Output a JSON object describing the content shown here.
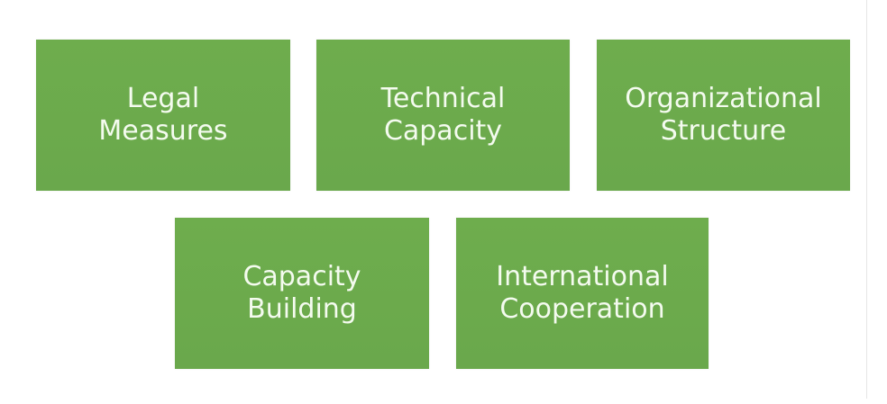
{
  "diagram": {
    "colors": {
      "box_fill": "#6aa84f",
      "text": "#f4fbef",
      "background": "#ffffff"
    },
    "boxes": [
      {
        "line1": "Legal",
        "line2": "Measures"
      },
      {
        "line1": "Technical",
        "line2": "Capacity"
      },
      {
        "line1": "Organizational",
        "line2": "Structure"
      },
      {
        "line1": "Capacity",
        "line2": "Building"
      },
      {
        "line1": "International",
        "line2": "Cooperation"
      }
    ]
  }
}
